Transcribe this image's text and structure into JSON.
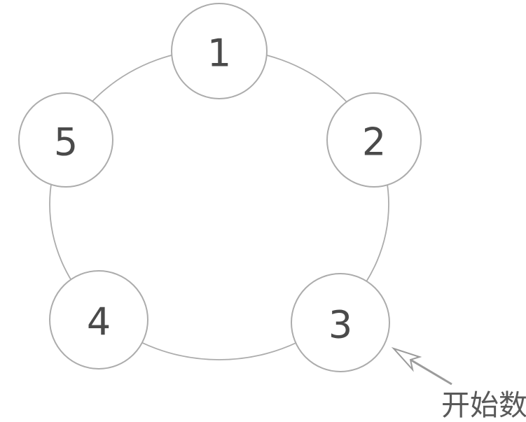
{
  "diagram": {
    "description": "circle-of-five counting diagram",
    "nodes": [
      {
        "label": "1"
      },
      {
        "label": "2"
      },
      {
        "label": "3"
      },
      {
        "label": "4"
      },
      {
        "label": "5"
      }
    ],
    "annotation": {
      "label": "开始数"
    },
    "colors": {
      "background": "#ffffff",
      "outline": "#acacac",
      "number": "#4a4a4a",
      "arrow": "#9b9b9b",
      "annotation_text": "#595959"
    }
  }
}
